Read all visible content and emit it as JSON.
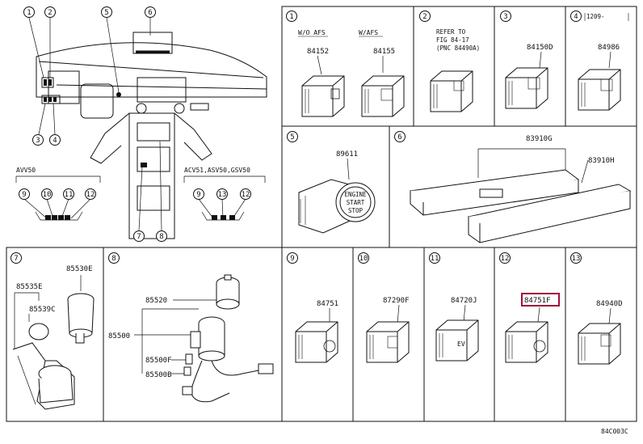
{
  "figure_code": "84C003C",
  "overview": {
    "group_labels": [
      "AVV50",
      "ACV51,ASV50,GSV50"
    ],
    "callouts_top": [
      "1",
      "2",
      "5",
      "6"
    ],
    "callouts_left": [
      "3",
      "4"
    ],
    "callouts_bottom": [
      "7",
      "8"
    ],
    "group1_callouts": [
      "9",
      "10",
      "11",
      "12"
    ],
    "group2_callouts": [
      "9",
      "13",
      "12"
    ]
  },
  "panels": [
    {
      "num": "1",
      "variants": [
        {
          "label": "W/O AFS",
          "part": "84152"
        },
        {
          "label": "W/AFS",
          "part": "84155"
        }
      ]
    },
    {
      "num": "2",
      "note_lines": [
        "REFER TO",
        "FIG 84-17",
        "(PNC 84490A)"
      ]
    },
    {
      "num": "3",
      "part": "84150D"
    },
    {
      "num": "4",
      "note": "1209-"
    },
    {
      "num": "5",
      "part": "89611",
      "button_text": [
        "ENGINE",
        "START",
        "STOP"
      ]
    },
    {
      "num": "6",
      "parts": [
        "83910G",
        "83910H"
      ]
    },
    {
      "num": "7",
      "parts": [
        "85530E",
        "85535E",
        "85539C"
      ]
    },
    {
      "num": "8",
      "parts": [
        "85520",
        "85500",
        "85500F",
        "85500B"
      ]
    },
    {
      "num": "9",
      "part": "84751"
    },
    {
      "num": "10",
      "part": "87290F"
    },
    {
      "num": "11",
      "part": "84720J",
      "switch_text": "EV"
    },
    {
      "num": "12",
      "part": "84751F",
      "highlighted": true
    },
    {
      "num": "13",
      "part": "84940D"
    }
  ],
  "colors": {
    "line": "#111111",
    "highlight": "#a0103a"
  }
}
